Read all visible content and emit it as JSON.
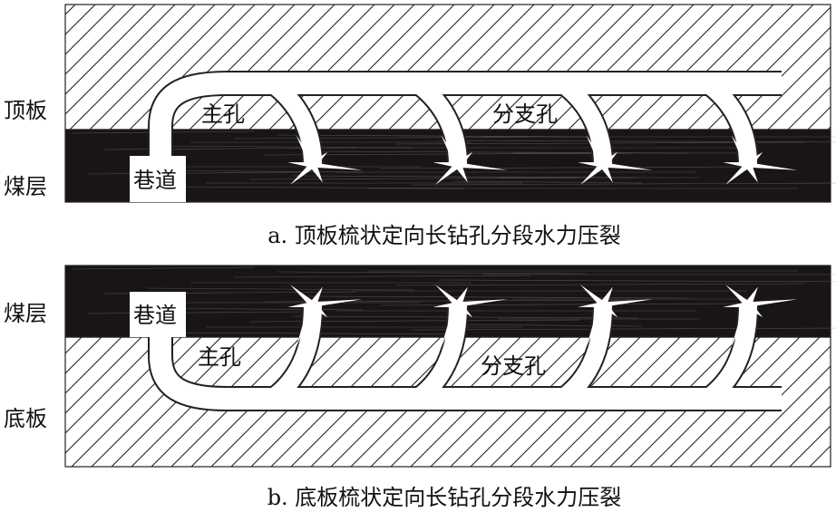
{
  "panel_a": {
    "caption": "a. 顶板梳状定向长钻孔分段水力压裂",
    "layer_top": "顶板",
    "layer_bottom": "煤层",
    "tunnel": "巷道",
    "main_hole": "主孔",
    "branch_hole": "分支孔",
    "branch_count": 4
  },
  "panel_b": {
    "caption": "b. 底板梳状定向长钻孔分段水力压裂",
    "layer_top": "煤层",
    "layer_bottom": "底板",
    "tunnel": "巷道",
    "main_hole": "主孔",
    "branch_hole": "分支孔",
    "branch_count": 4
  },
  "colors": {
    "coal": "#1a1515",
    "rock_hatch": "#222222",
    "hole": "#ffffff"
  }
}
